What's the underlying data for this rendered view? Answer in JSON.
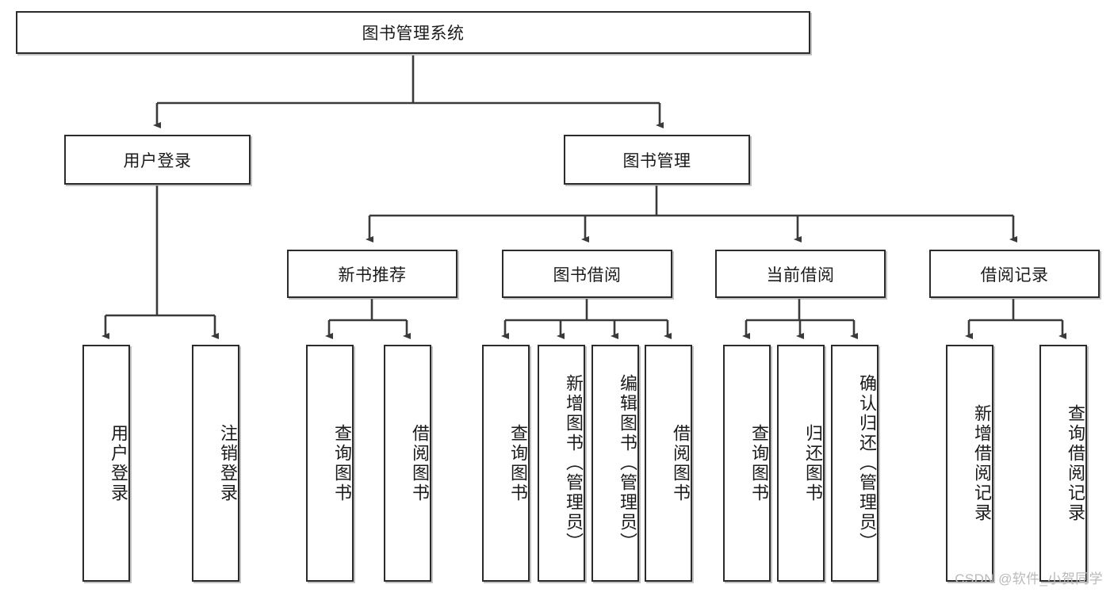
{
  "diagram": {
    "title": "图书管理系统",
    "type": "tree-hierarchy-chart",
    "watermark": "CSDN @软件_小贺同学",
    "colors": {
      "box_border": "#2b2b2b",
      "box_fill": "#ffffff",
      "connector": "#3a3a3a",
      "text": "#1b1b1b",
      "watermark": "#b9b9b9",
      "background": "#ffffff"
    },
    "root": {
      "label": "图书管理系统"
    },
    "level2": [
      {
        "label": "用户登录"
      },
      {
        "label": "图书管理"
      }
    ],
    "level3": [
      {
        "label": "新书推荐"
      },
      {
        "label": "图书借阅"
      },
      {
        "label": "当前借阅"
      },
      {
        "label": "借阅记录"
      }
    ],
    "leaves_user_login": [
      {
        "label": "用户登录"
      },
      {
        "label": "注销登录"
      }
    ],
    "leaves_new_book": [
      {
        "label": "查询图书"
      },
      {
        "label": "借阅图书"
      }
    ],
    "leaves_borrow": [
      {
        "label": "查询图书"
      },
      {
        "label": "新增图书（管理员）"
      },
      {
        "label": "编辑图书（管理员）"
      },
      {
        "label": "借阅图书"
      }
    ],
    "leaves_current": [
      {
        "label": "查询图书"
      },
      {
        "label": "归还图书"
      },
      {
        "label": "确认归还（管理员）"
      }
    ],
    "leaves_records": [
      {
        "label": "新增借阅记录"
      },
      {
        "label": "查询借阅记录"
      }
    ]
  }
}
